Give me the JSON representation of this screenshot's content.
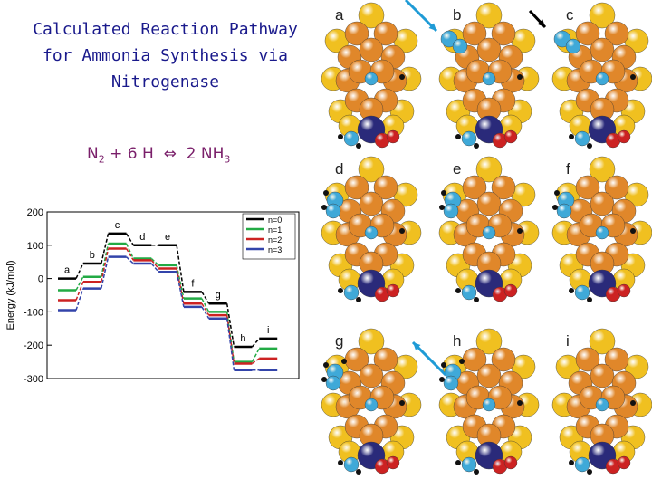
{
  "title_lines": [
    "Calculated Reaction Pathway",
    "for Ammonia Synthesis via",
    "Nitrogenase"
  ],
  "equation": {
    "left_species": "N",
    "left_sub": "2",
    "left_rest": " + 6 H",
    "arrow": "⇔",
    "right_species": "2 NH",
    "right_sub": "3"
  },
  "panel_labels": [
    "a",
    "b",
    "c",
    "d",
    "e",
    "f",
    "g",
    "h",
    "i"
  ],
  "colors": {
    "title": "#1a1a8c",
    "equation": "#7a1f6a",
    "fe_atom": "#e0872a",
    "s_atom": "#f0c020",
    "mo_atom": "#2a2a7a",
    "n_atom": "#3fa9d8",
    "o_atom": "#cc2222",
    "h_atom": "#111111",
    "arrow_blue": "#1f9bd6",
    "arrow_black": "#000000"
  },
  "chart_data": {
    "type": "line",
    "ylabel": "Energy (kJ/mol)",
    "ylim": [
      -300,
      200
    ],
    "yticks": [
      200,
      100,
      0,
      -100,
      -200,
      -300
    ],
    "step_labels": [
      "a",
      "b",
      "c",
      "d",
      "e",
      "f",
      "g",
      "h",
      "i"
    ],
    "legend_position": "top-right",
    "series": [
      {
        "name": "n=0",
        "color": "#000000",
        "values": [
          0,
          45,
          135,
          100,
          100,
          -40,
          -75,
          -205,
          -180
        ]
      },
      {
        "name": "n=1",
        "color": "#22aa44",
        "values": [
          -35,
          5,
          105,
          60,
          40,
          -60,
          -100,
          -250,
          -210
        ]
      },
      {
        "name": "n=2",
        "color": "#cc2222",
        "values": [
          -65,
          -10,
          90,
          55,
          30,
          -75,
          -110,
          -255,
          -240
        ]
      },
      {
        "name": "n=3",
        "color": "#3344aa",
        "values": [
          -95,
          -30,
          65,
          45,
          20,
          -85,
          -120,
          -275,
          -275
        ]
      }
    ]
  }
}
